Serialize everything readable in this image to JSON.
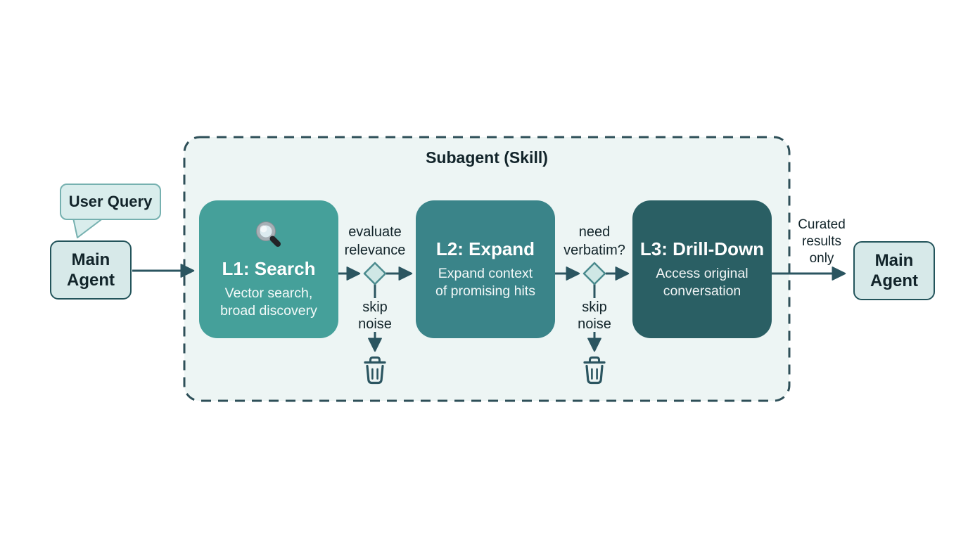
{
  "diagram": {
    "user_query": {
      "label": "User Query"
    },
    "main_agent_in": {
      "label": "Main Agent"
    },
    "main_agent_out": {
      "label": "Main Agent"
    },
    "subagent": {
      "title": "Subagent (Skill)"
    },
    "stages": [
      {
        "title": "L1: Search",
        "subtitle": "Vector search, broad discovery",
        "icon": "magnifier-icon",
        "color": "#45a09a"
      },
      {
        "title": "L2: Expand",
        "subtitle": "Expand context of promising hits",
        "icon": "",
        "color": "#3a8489"
      },
      {
        "title": "L3: Drill-Down",
        "subtitle": "Access original conversation",
        "icon": "",
        "color": "#2a5f64"
      }
    ],
    "decisions": [
      {
        "question": "evaluate relevance",
        "reject_label": "skip noise",
        "reject_target": "trash-icon"
      },
      {
        "question": "need verbatim?",
        "reject_label": "skip noise",
        "reject_target": "trash-icon"
      }
    ],
    "output_annotation": "Curated results only",
    "colors": {
      "stroke": "#2b5560",
      "container_fill": "#edf5f4",
      "container_border": "#2e4f58",
      "diamond_fill": "#cfe7e5",
      "diamond_border": "#4b8b8e",
      "light_box_fill": "#d7e9e9",
      "light_box_border": "#23545b",
      "bubble_fill": "#d9edec",
      "bubble_border": "#76b1b0",
      "text_dark": "#12242a",
      "stage_text": "#ffffff"
    }
  }
}
